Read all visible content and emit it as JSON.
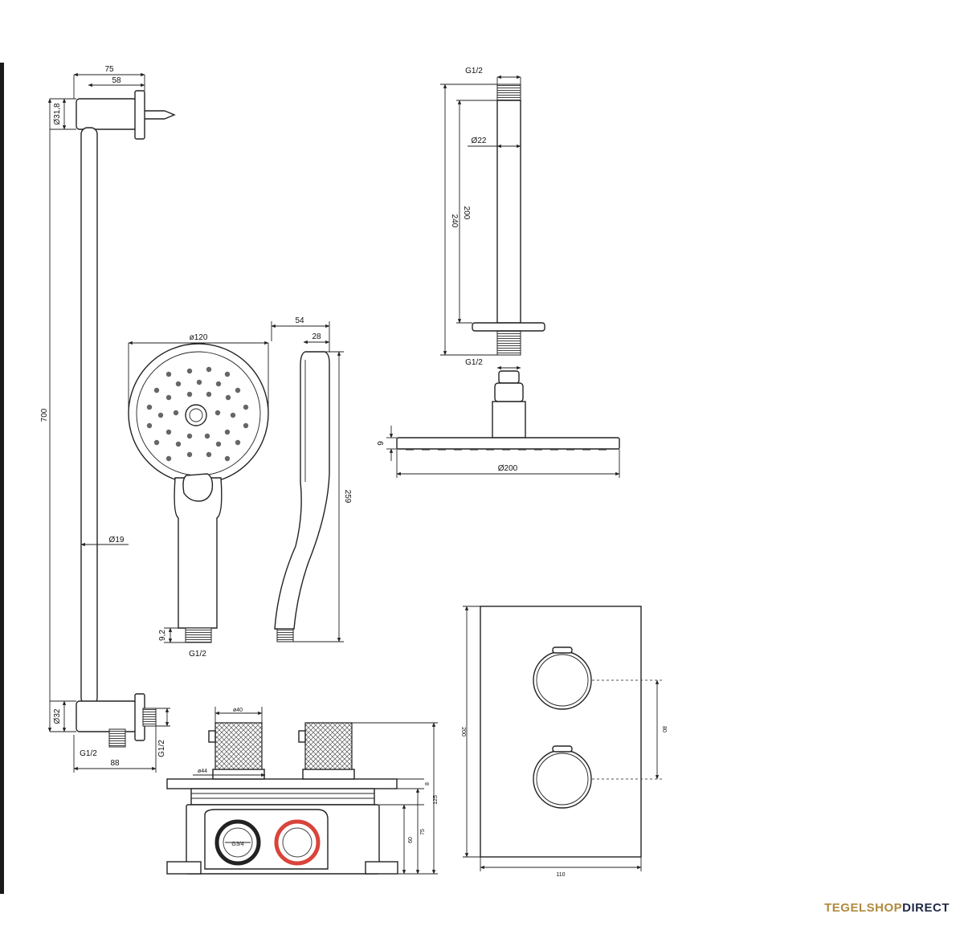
{
  "dimensions": {
    "rail": {
      "width_total": "75",
      "width_bracket": "58",
      "bracket_diameter_top": "Ø31,8",
      "length": "700",
      "rod_diameter": "Ø19",
      "bracket_diameter_bottom": "Ø32",
      "outlet_thread_left": "G1/2",
      "outlet_thread_right": "G1/2",
      "outlet_width": "88"
    },
    "hand_shower": {
      "head_diameter": "ø120",
      "depth_total": "54",
      "depth_handle": "28",
      "length": "259",
      "connector_height": "9,2",
      "connector_thread": "G1/2"
    },
    "ceiling_arm": {
      "thread_top": "G1/2",
      "arm_diameter": "Ø22",
      "total_length": "240",
      "arm_length": "200",
      "thread_bottom": "G1/2"
    },
    "rain_head": {
      "thickness": "9",
      "diameter": "Ø200"
    },
    "thermostat_box": {
      "knob_diameter": "ø40",
      "knob_base_diameter": "ø44",
      "connection_thread": "G3/4",
      "total_depth": "125",
      "body_depth": "75",
      "inlet_height": "60",
      "plate_thickness": "8"
    },
    "cover_plate": {
      "height": "200",
      "knob_spacing": "80",
      "width": "110"
    }
  },
  "brand": {
    "part1": "TEGELSHOP",
    "part2": "DIRECT"
  }
}
